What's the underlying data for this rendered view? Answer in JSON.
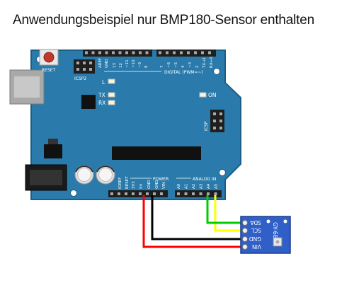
{
  "title": "Anwendungsbeispiel nur BMP180-Sensor enthalten",
  "arduino": {
    "reset_label": "RESET",
    "icsp2_label": "ICSP2",
    "aref_label": "AREF",
    "gnd_label": "GND",
    "digital_pins": [
      "13",
      "12",
      "~11",
      "~10",
      "~9",
      "8",
      "7",
      "~6",
      "~5",
      "4",
      "~3",
      "2",
      "TX→1",
      "RX←0"
    ],
    "digital_label": "DIGITAL (PWM=~)",
    "l_label": "L",
    "tx_label": "TX",
    "rx_label": "RX",
    "on_label": "ON",
    "icsp_label": "ICSP",
    "ioref_label": "IOREF",
    "reset_pin_label": "RESET",
    "power_pins": [
      "3V3",
      "5V",
      "GND",
      "GND",
      "VIN"
    ],
    "power_label": "POWER",
    "analog_pins": [
      "A0",
      "A1",
      "A2",
      "A3",
      "A4",
      "A5"
    ],
    "analog_label": "ANALOG IN"
  },
  "sensor": {
    "pins": [
      "SDA",
      "SCL",
      "GND",
      "VIN"
    ],
    "model": "GY-68"
  },
  "colors": {
    "board": "#2a7bab",
    "board_edge": "#1b5e86",
    "sensor": "#2f5fc7",
    "wire_vin": "#ff0000",
    "wire_gnd": "#000000",
    "wire_scl": "#ffff00",
    "wire_sda": "#00cc00"
  }
}
